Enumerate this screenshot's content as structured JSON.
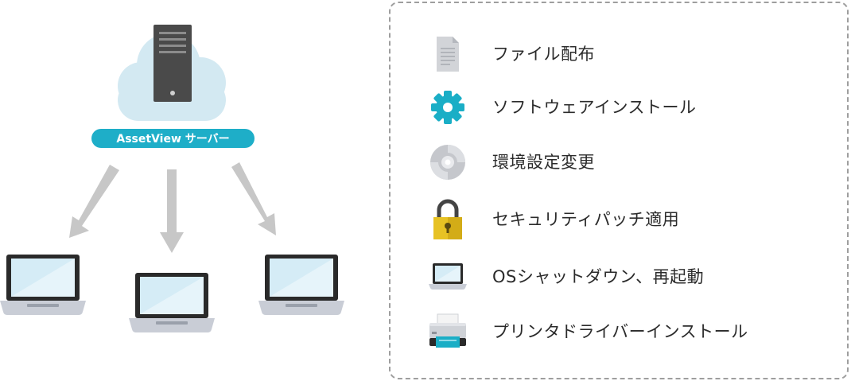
{
  "server": {
    "label": "AssetView サーバー"
  },
  "features": [
    {
      "label": "ファイル配布",
      "icon": "document-icon"
    },
    {
      "label": "ソフトウェアインストール",
      "icon": "gear-icon"
    },
    {
      "label": "環境設定変更",
      "icon": "disc-icon"
    },
    {
      "label": "セキュリティパッチ適用",
      "icon": "padlock-icon"
    },
    {
      "label": "OSシャットダウン、再起動",
      "icon": "laptop-icon"
    },
    {
      "label": "プリンタドライバーインストール",
      "icon": "printer-icon"
    }
  ],
  "colors": {
    "badge": "#1eaec8",
    "cloud": "#d3e9f2",
    "server": "#4a4a4a",
    "arrow": "#c7c7c7",
    "gear": "#1aaec6",
    "lock": "#e7c224"
  }
}
